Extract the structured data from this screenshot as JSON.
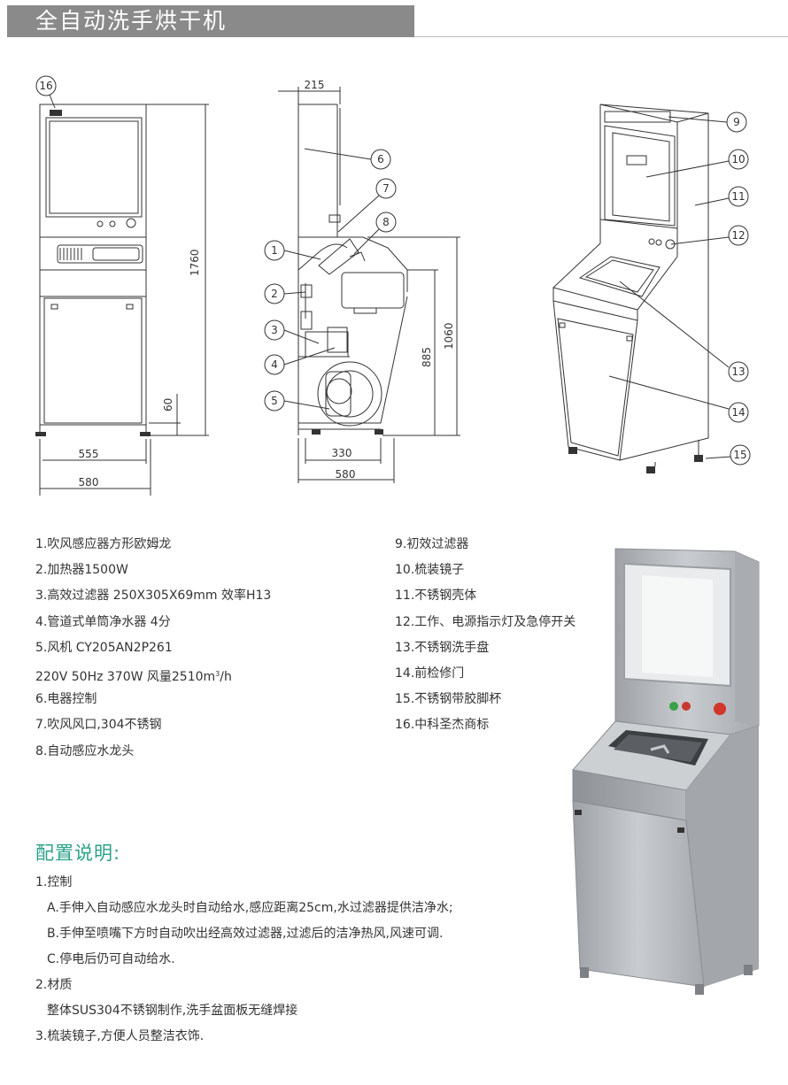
{
  "header": {
    "title": "全自动洗手烘干机"
  },
  "drawing": {
    "front": {
      "callout": "16",
      "dim_height": "1760",
      "dim_foot": "60",
      "dim_inner_width": "555",
      "dim_width": "580"
    },
    "side": {
      "dim_top": "215",
      "dim_height_a": "1060",
      "dim_height_b": "885",
      "dim_bottom_a": "330",
      "dim_bottom_b": "580",
      "callouts": [
        "1",
        "2",
        "3",
        "4",
        "5",
        "6",
        "7",
        "8"
      ]
    },
    "iso": {
      "callouts": [
        "9",
        "10",
        "11",
        "12",
        "13",
        "14",
        "15"
      ]
    }
  },
  "parts_left": [
    "1.吹风感应器方形欧姆龙",
    "2.加热器1500W",
    "3.高效过滤器 250X305X69mm 效率H13",
    "4.管道式单筒净水器 4分",
    "5.风机 CY205AN2P261",
    "220V 50Hz 370W  风量2510m",
    "6.电器控制",
    "7.吹风风口,304不锈钢",
    "8.自动感应水龙头"
  ],
  "airflow_unit": {
    "sup": "3",
    "suffix": "/h"
  },
  "parts_right": [
    "9.初效过滤器",
    "10.梳装镜子",
    "11.不锈钢壳体",
    "12.工作、电源指示灯及急停开关",
    "13.不锈钢洗手盘",
    "14.前检修门",
    "15.不锈钢带胶脚杯",
    "16.中科圣杰商标"
  ],
  "config": {
    "heading": "配置说明:",
    "lines": [
      "1.控制",
      "A.手伸入自动感应水龙头时自动给水,感应距离25cm,水过滤器提供洁净水;",
      "B.手伸至喷嘴下方时自动吹出经高效过滤器,过滤后的洁净热风,风速可调.",
      "C.停电后仍可自动给水.",
      "2.材质",
      "整体SUS304不锈钢制作,洗手盆面板无缝焊接",
      "3.梳装镜子,方便人员整洁衣饰."
    ]
  },
  "colors": {
    "title_bar": "#8a8a8a",
    "heading": "#2aa189",
    "line": "#333333",
    "steel": "#b9bcc0"
  }
}
